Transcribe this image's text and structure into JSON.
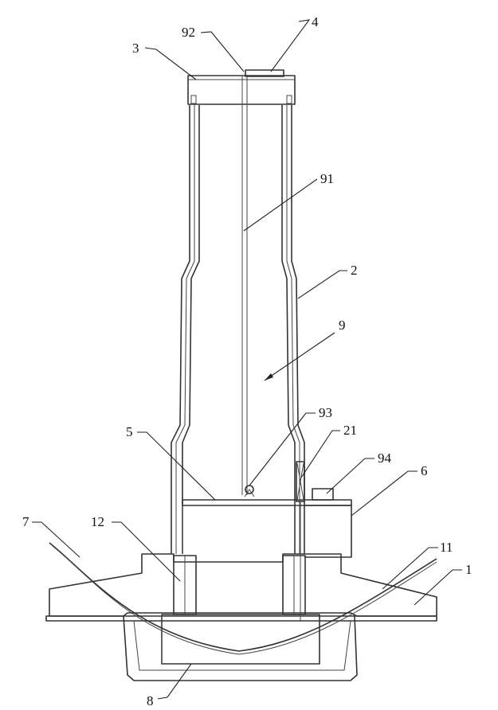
{
  "figure": {
    "labels": {
      "l1": "1",
      "l2": "2",
      "l3": "3",
      "l4": "4",
      "l5": "5",
      "l6": "6",
      "l7": "7",
      "l8": "8",
      "l9": "9",
      "l11": "11",
      "l12": "12",
      "l21": "21",
      "l91": "91",
      "l92": "92",
      "l93": "93",
      "l94": "94"
    }
  }
}
